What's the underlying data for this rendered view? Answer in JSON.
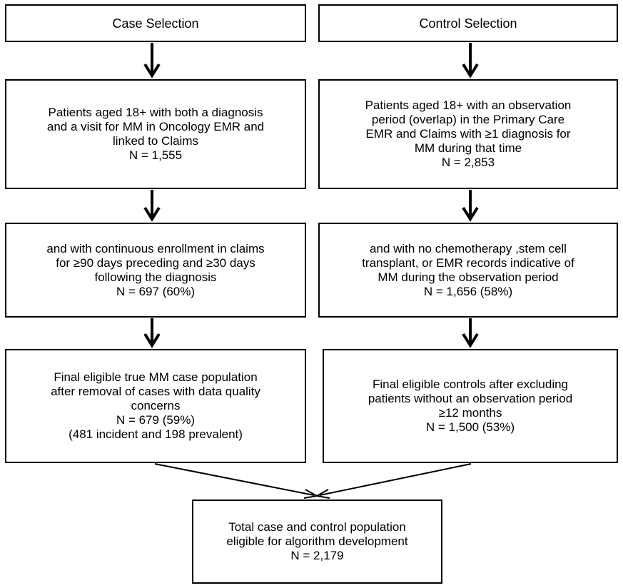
{
  "case_column": {
    "header": "Case Selection",
    "step1": {
      "lines": [
        "Patients aged 18+ with both a diagnosis",
        "and a visit for MM  in Oncology EMR  and",
        "linked to Claims",
        "N = 1,555"
      ]
    },
    "step2": {
      "lines": [
        "and with continuous enrollment in claims",
        "for ≥90 days preceding and  ≥30 days",
        "following the diagnosis",
        "N = 697 (60%)"
      ]
    },
    "step3": {
      "lines": [
        "Final eligible  true MM  case population",
        "after removal of cases with data quality",
        "concerns",
        "N = 679 (59%)",
        "(481 incident and 198 prevalent)"
      ]
    }
  },
  "control_column": {
    "header": "Control Selection",
    "step1": {
      "lines": [
        "Patients aged 18+  with an observation",
        "period (overlap) in the Primary Care",
        "EMR and  Claims with  ≥1 diagnosis for",
        "MM  during that time",
        "N = 2,853"
      ]
    },
    "step2": {
      "lines": [
        "and with no chemotherapy ,stem cell",
        "transplant, or  EMR records indicative of",
        "MM  during the observation period",
        "N = 1,656 (58%)"
      ]
    },
    "step3": {
      "lines": [
        "Final eligible  controls after excluding",
        "patients without  an observation period",
        "≥12 months",
        "N = 1,500 (53%)"
      ]
    }
  },
  "total": {
    "lines": [
      "Total case and control population",
      "eligible for algorithm development",
      "N = 2,179"
    ]
  }
}
